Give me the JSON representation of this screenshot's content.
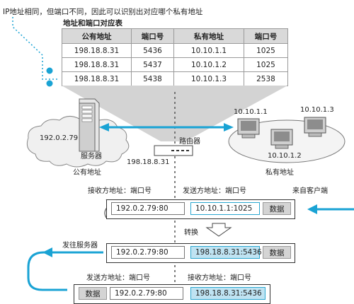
{
  "annotation": {
    "note": "IP地址相同，但端口不同，因此可以识别出对应哪个私有地址"
  },
  "nat_table": {
    "title": "地址和端口对应表",
    "headers": [
      "公有地址",
      "端口号",
      "私有地址",
      "端口号"
    ],
    "rows": [
      [
        "198.18.8.31",
        "5436",
        "10.10.1.1",
        "1025"
      ],
      [
        "198.18.8.31",
        "5437",
        "10.10.1.2",
        "1025"
      ],
      [
        "198.18.8.31",
        "5438",
        "10.10.1.3",
        "2538"
      ]
    ]
  },
  "network": {
    "server_ip": "192.0.2.79",
    "server_label": "服务器",
    "public_label": "公有地址",
    "router_label": "路由器",
    "router_ip": "198.18.8.31",
    "private_label": "私有地址",
    "pc_ips": [
      "10.10.1.1",
      "10.10.1.2",
      "10.10.1.3"
    ]
  },
  "packets": {
    "incoming_header_dst": "接收方地址：端口号",
    "incoming_header_src": "发送方地址：端口号",
    "from_client": "来自客户端",
    "packet1": {
      "field1": "192.0.2.79:80",
      "field2": "10.10.1.1:1025",
      "data": "数据"
    },
    "convert": "转换",
    "to_server": "发往服务器",
    "packet2": {
      "field1": "192.0.2.79:80",
      "field2": "198.18.8.31:5436",
      "data": "数据"
    },
    "return_header_src": "发送方地址：端口号",
    "return_header_dst": "接收方地址：端口号",
    "packet3": {
      "data": "数据",
      "field1": "192.0.2.79:80",
      "field2": "198.18.8.31:5436"
    }
  },
  "colors": {
    "accent": "#1aa3d4",
    "highlight_fill": "#bfe3f2",
    "gray_field": "#d4d4d4"
  }
}
